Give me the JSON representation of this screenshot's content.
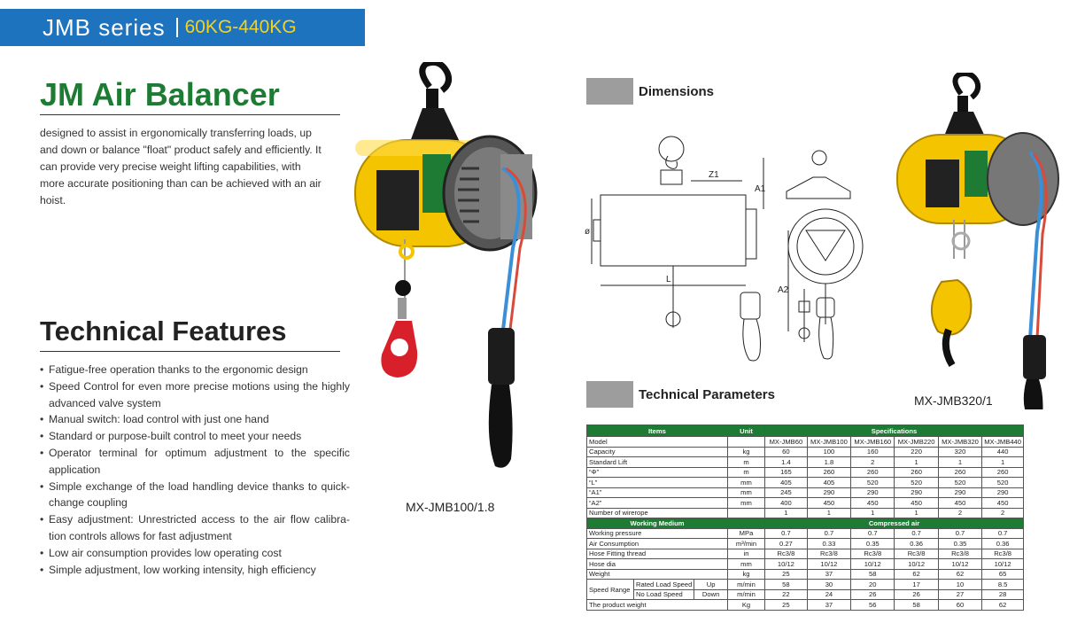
{
  "banner": {
    "series": "JMB series",
    "range": "60KG-440KG"
  },
  "title": "JM Air Balancer",
  "intro": "designed to assist in ergonomically transferring loads, up and down or balance \"float\" product safely and efficiently. It can provide very precise weight lifting capabilities, with more accurate positioning than can be achieved with an air hoist.",
  "features_title": "Technical Features",
  "features": [
    "Fatigue-free operation thanks to the ergonomic design",
    "Speed Control for even more precise motions using the highly advanced valve system",
    "Manual switch: load control with just one hand",
    "Standard or purpose-built control to meet your needs",
    "Operator terminal for optimum adjustment to the specific application",
    "Simple exchange of the load handling device thanks to quick-change coupling",
    "Easy adjustment: Unrestricted access to the air flow calibra-tion controls allows for fast adjustment",
    "Low air consumption provides low operating cost",
    "Simple adjustment, low working intensity, high efficiency"
  ],
  "captions": {
    "left": "MX-JMB100/1.8",
    "right": "MX-JMB320/1"
  },
  "dimensions": {
    "title": "Dimensions",
    "labels": {
      "phi": "ø",
      "z1": "Z1",
      "a1": "A1",
      "a2": "A2",
      "l": "L"
    }
  },
  "parameters": {
    "title": "Technical Parameters",
    "headers": {
      "items": "Items",
      "unit": "Unit",
      "specs": "Specifications"
    },
    "rows1": [
      {
        "label": "Model",
        "unit": "",
        "v": [
          "MX-JMB60",
          "MX-JMB100",
          "MX-JMB160",
          "MX-JMB220",
          "MX-JMB320",
          "MX-JMB440"
        ]
      },
      {
        "label": "Capacity",
        "unit": "kg",
        "v": [
          "60",
          "100",
          "160",
          "220",
          "320",
          "440"
        ]
      },
      {
        "label": "Standard Lift",
        "unit": "m",
        "v": [
          "1.4",
          "1.8",
          "2",
          "1",
          "1",
          "1"
        ]
      },
      {
        "label": "“Φ”",
        "unit": "m",
        "v": [
          "165",
          "260",
          "260",
          "260",
          "260",
          "260"
        ]
      },
      {
        "label": "“L”",
        "unit": "mm",
        "v": [
          "405",
          "405",
          "520",
          "520",
          "520",
          "520"
        ]
      },
      {
        "label": "“A1”",
        "unit": "mm",
        "v": [
          "245",
          "290",
          "290",
          "290",
          "290",
          "290"
        ]
      },
      {
        "label": "“A2”",
        "unit": "mm",
        "v": [
          "400",
          "450",
          "450",
          "450",
          "450",
          "450"
        ]
      },
      {
        "label": "Number of wirerope",
        "unit": "",
        "v": [
          "1",
          "1",
          "1",
          "1",
          "2",
          "2"
        ]
      }
    ],
    "medium_header": {
      "label": "Working Medium",
      "value": "Compressed air"
    },
    "rows2": [
      {
        "label": "Working pressure",
        "unit": "MPa",
        "v": [
          "0.7",
          "0.7",
          "0.7",
          "0.7",
          "0.7",
          "0.7"
        ]
      },
      {
        "label": "Air Consumption",
        "unit": "m³/min",
        "v": [
          "0.27",
          "0.33",
          "0.35",
          "0.36",
          "0.35",
          "0.36"
        ]
      },
      {
        "label": "Hose Fitting thread",
        "unit": "in",
        "v": [
          "Rc3/8",
          "Rc3/8",
          "Rc3/8",
          "Rc3/8",
          "Rc3/8",
          "Rc3/8"
        ]
      },
      {
        "label": "Hose dia",
        "unit": "mm",
        "v": [
          "10/12",
          "10/12",
          "10/12",
          "10/12",
          "10/12",
          "10/12"
        ]
      },
      {
        "label": "Weight",
        "unit": "kg",
        "v": [
          "25",
          "37",
          "58",
          "62",
          "62",
          "65"
        ]
      }
    ],
    "speed": {
      "label": "Speed Range",
      "rated": {
        "label": "Rated Load Speed",
        "dir": "Up",
        "unit": "m/min",
        "v": [
          "58",
          "30",
          "20",
          "17",
          "10",
          "8.5"
        ]
      },
      "noload": {
        "label": "No Load Speed",
        "dir": "Down",
        "unit": "m/min",
        "v": [
          "22",
          "24",
          "26",
          "26",
          "27",
          "28"
        ]
      }
    },
    "product_weight": {
      "label": "The product weight",
      "unit": "Kg",
      "v": [
        "25",
        "37",
        "56",
        "58",
        "60",
        "62"
      ]
    }
  }
}
